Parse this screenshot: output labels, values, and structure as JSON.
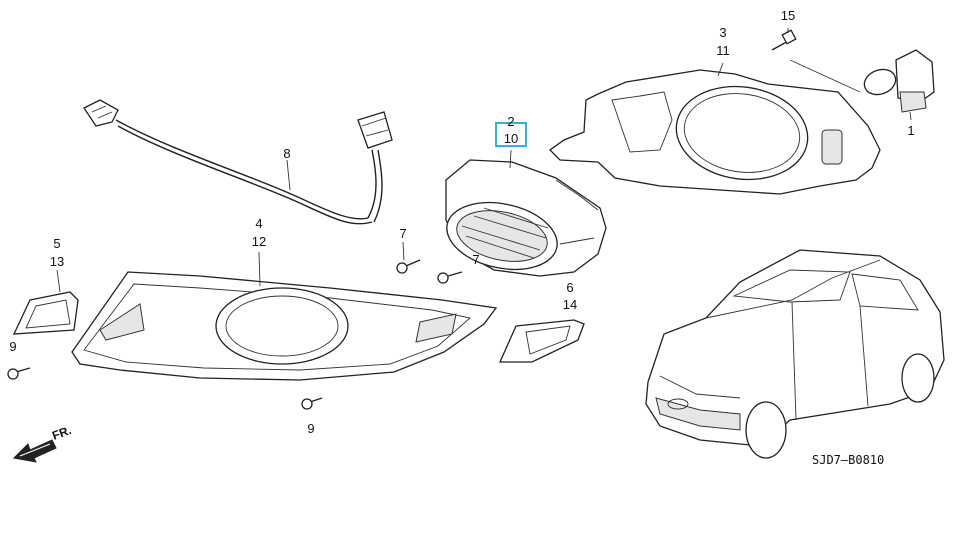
{
  "callouts": {
    "c1": "1",
    "c2": "2",
    "c10": "10",
    "c3": "3",
    "c11": "11",
    "c15": "15",
    "c8": "8",
    "c4": "4",
    "c12": "12",
    "c5": "5",
    "c13": "13",
    "c7a": "7",
    "c7b": "7",
    "c6": "6",
    "c14": "14",
    "c9a": "9",
    "c9b": "9"
  },
  "direction_label": "FR.",
  "diagram_code": "SJD7—B0810",
  "highlight_color": "#3aaed8"
}
